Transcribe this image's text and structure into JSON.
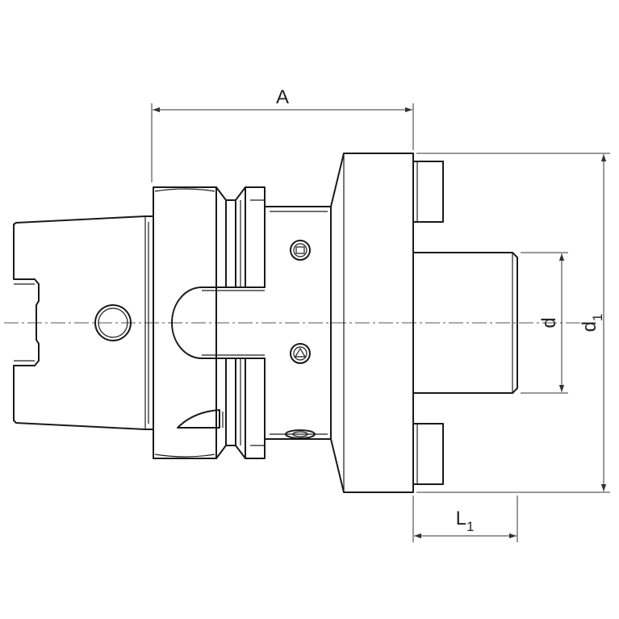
{
  "dimensions": {
    "A": "A",
    "d": "d",
    "d1_main": "d",
    "d1_sub": "1",
    "L1_main": "L",
    "L1_sub": "1"
  },
  "colors": {
    "line": "#1a1a1a",
    "dimension": "#333333",
    "background": "#ffffff"
  }
}
